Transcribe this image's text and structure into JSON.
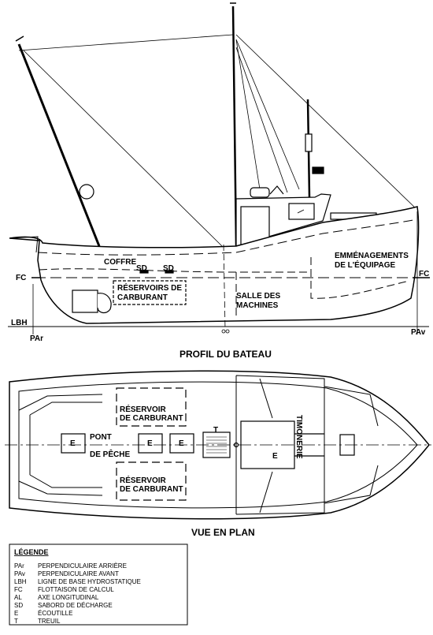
{
  "profile": {
    "title": "PROFIL DU BATEAU",
    "labels": {
      "coffre": "COFFRE",
      "sd1": "SD",
      "sd2": "SD",
      "reservoirs_1": "RÉSERVOIRS DE",
      "reservoirs_2": "CARBURANT",
      "salle_1": "SALLE DES",
      "salle_2": "MACHINES",
      "emm_1": "EMMÉNAGEMENTS",
      "emm_2": "DE L'ÉQUIPAGE",
      "fc_left": "FC",
      "fc_right": "FC",
      "lbh": "LBH",
      "par": "PAr",
      "pav": "PAv"
    }
  },
  "plan": {
    "title": "VUE EN PLAN",
    "labels": {
      "res_top_1": "RÉSERVOIR",
      "res_top_2": "DE CARBURANT",
      "res_bot_1": "RÉSERVOIR",
      "res_bot_2": "DE CARBURANT",
      "pont": "PONT",
      "de_peche": "DE PÊCHE",
      "timonerie": "TIMONERIE",
      "e1": "E",
      "e2": "E",
      "e3": "E",
      "e4": "E",
      "t": "T"
    }
  },
  "legend": {
    "heading": "LÉGENDE",
    "items": [
      {
        "code": "PAr",
        "desc": "PERPENDICULAIRE ARRIÈRE"
      },
      {
        "code": "PAv",
        "desc": "PERPENDICULAIRE AVANT"
      },
      {
        "code": "LBH",
        "desc": "LIGNE DE BASE HYDROSTATIQUE"
      },
      {
        "code": "FC",
        "desc": "FLOTTAISON DE CALCUL"
      },
      {
        "code": "AL",
        "desc": "AXE LONGITUDINAL"
      },
      {
        "code": "SD",
        "desc": "SABORD DE DÉCHARGE"
      },
      {
        "code": "E",
        "desc": "ÉCOUTILLE"
      },
      {
        "code": "T",
        "desc": "TREUIL"
      }
    ]
  }
}
